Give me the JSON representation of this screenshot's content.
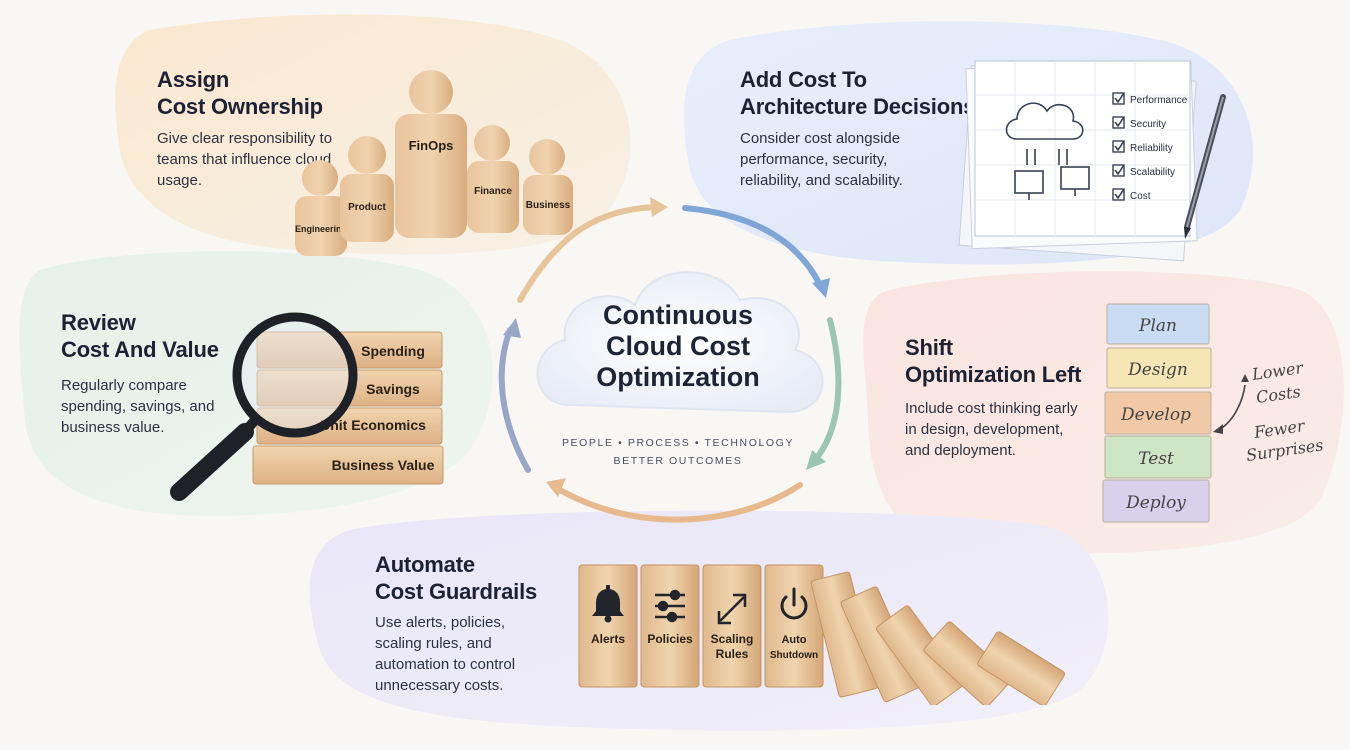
{
  "center": {
    "title_lines": [
      "Continuous",
      "Cloud Cost",
      "Optimization"
    ],
    "tagline_1": "PEOPLE • PROCESS • TECHNOLOGY",
    "tagline_2": "BETTER OUTCOMES"
  },
  "ownership": {
    "title_lines": [
      "Assign",
      "Cost Ownership"
    ],
    "description": "Give clear responsibility to teams that influence cloud usage.",
    "figures": [
      "Engineering",
      "Product",
      "FinOps",
      "Finance",
      "Business"
    ]
  },
  "architecture": {
    "title_lines": [
      "Add Cost To",
      "Architecture Decisions"
    ],
    "description": "Consider cost alongside performance, security, reliability, and scalability.",
    "checklist": [
      "Performance",
      "Security",
      "Reliability",
      "Scalability",
      "Cost"
    ]
  },
  "review": {
    "title_lines": [
      "Review",
      "Cost And Value"
    ],
    "description": "Regularly compare spending, savings, and business value.",
    "blocks": [
      "Spending",
      "Savings",
      "Unit Economics",
      "Business Value"
    ]
  },
  "shift": {
    "title_lines": [
      "Shift",
      "Optimization Left"
    ],
    "description": "Include cost thinking early in design, development, and deployment.",
    "stages": [
      "Plan",
      "Design",
      "Develop",
      "Test",
      "Deploy"
    ],
    "stage_colors": [
      "#c9dcf2",
      "#f7e6b5",
      "#f2c9a6",
      "#cfe6c6",
      "#d9d0ec"
    ],
    "notes": [
      "Lower",
      "Costs",
      "Fewer",
      "Surprises"
    ]
  },
  "automate": {
    "title_lines": [
      "Automate",
      "Cost Guardrails"
    ],
    "description": "Use alerts, policies, scaling rules, and automation to control unnecessary costs.",
    "dominoes": [
      {
        "label_lines": [
          "Alerts"
        ],
        "icon": "bell-icon"
      },
      {
        "label_lines": [
          "Policies"
        ],
        "icon": "sliders-icon"
      },
      {
        "label_lines": [
          "Scaling",
          "Rules"
        ],
        "icon": "expand-arrows-icon"
      },
      {
        "label_lines": [
          "Auto",
          "Shutdown"
        ],
        "icon": "power-icon"
      }
    ]
  }
}
